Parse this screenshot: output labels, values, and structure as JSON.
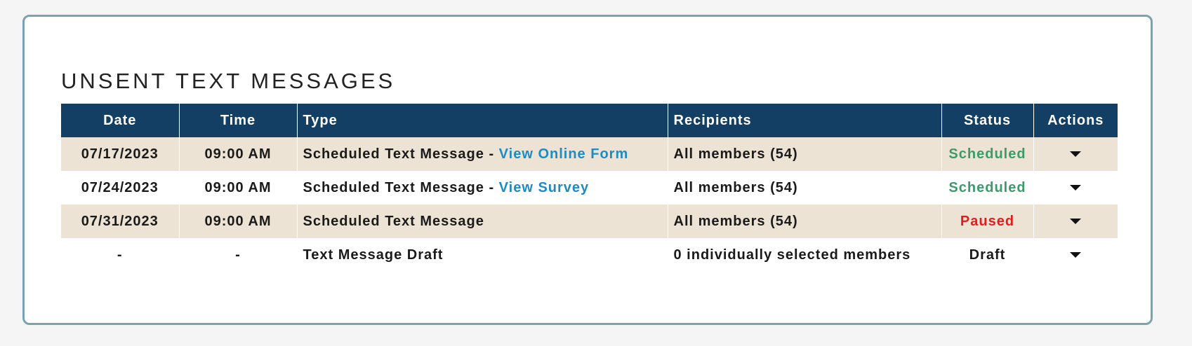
{
  "panel": {
    "title": "UNSENT TEXT MESSAGES"
  },
  "table": {
    "headers": {
      "date": "Date",
      "time": "Time",
      "type": "Type",
      "recipients": "Recipients",
      "status": "Status",
      "actions": "Actions"
    },
    "rows": [
      {
        "date": "07/17/2023",
        "time": "09:00 AM",
        "type": "Scheduled Text Message",
        "separator": " - ",
        "link": "View Online Form",
        "recipients": "All members (54)",
        "status": "Scheduled"
      },
      {
        "date": "07/24/2023",
        "time": "09:00 AM",
        "type": "Scheduled Text Message",
        "separator": " - ",
        "link": "View Survey",
        "recipients": "All members (54)",
        "status": "Scheduled"
      },
      {
        "date": "07/31/2023",
        "time": "09:00 AM",
        "type": "Scheduled Text Message",
        "recipients": "All members (54)",
        "status": "Paused"
      },
      {
        "date": "-",
        "time": "-",
        "type": "Text Message Draft",
        "recipients": "0 individually selected members",
        "status": "Draft"
      }
    ]
  },
  "icons": {
    "actions": "caret-down-icon"
  },
  "colors": {
    "header_bg": "#123f63",
    "row_shade": "#ece3d4",
    "link": "#1e8bc3",
    "scheduled": "#3d9a6b",
    "paused": "#e11d1d",
    "border": "#7aa3b1"
  }
}
